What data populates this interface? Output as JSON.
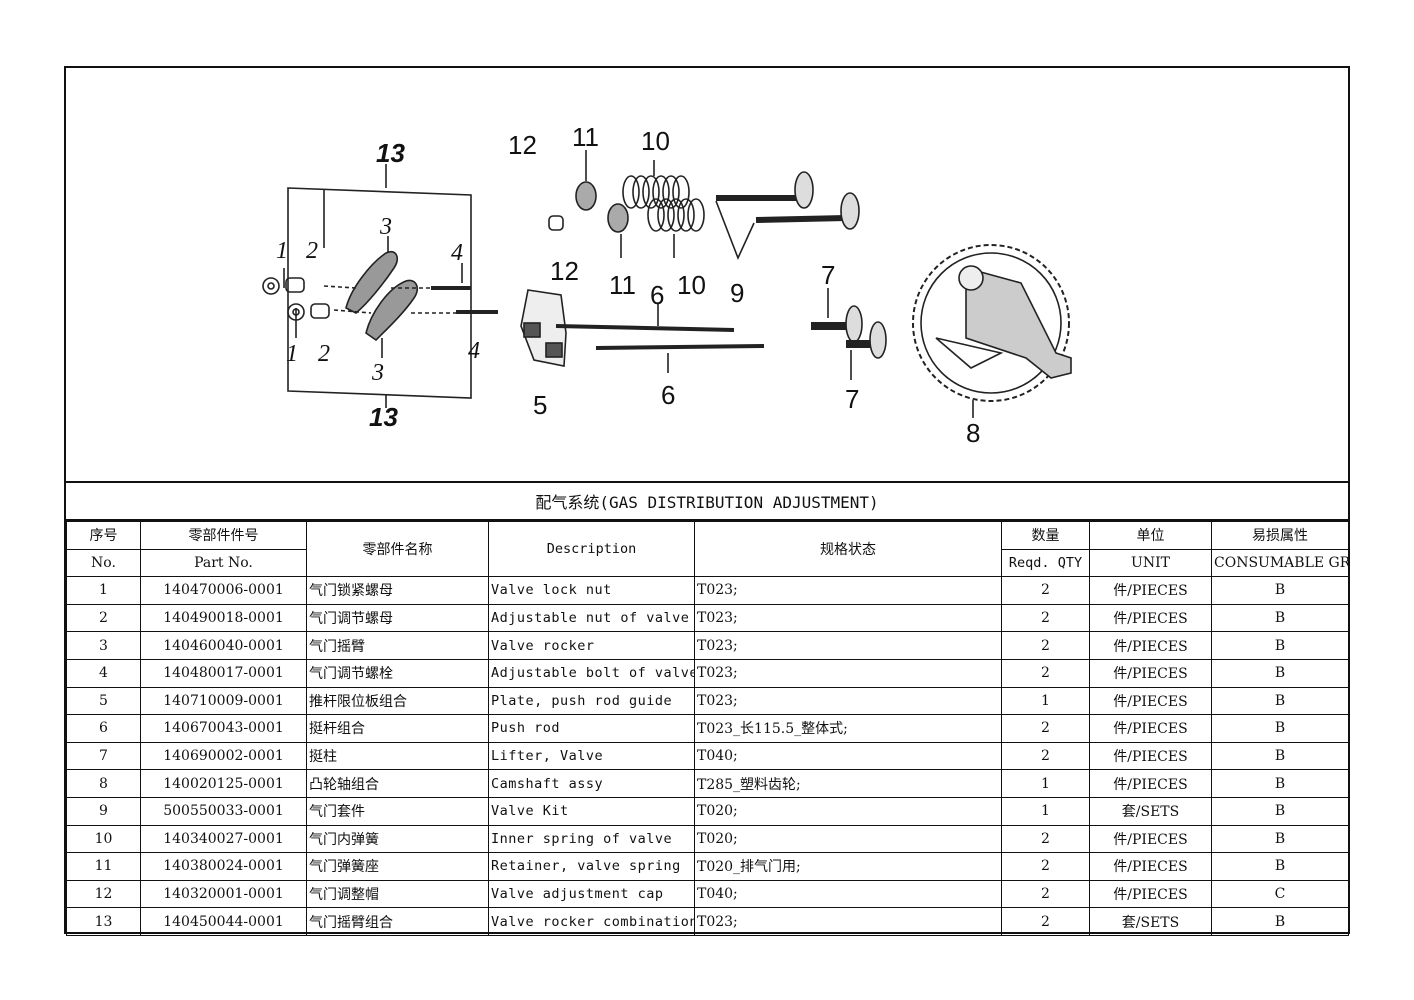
{
  "diagram": {
    "callouts": {
      "c13_top": "13",
      "c13_bottom": "13",
      "c1_top": "1",
      "c2_top": "2",
      "c3_top": "3",
      "c4_top": "4",
      "c1_bot": "1",
      "c2_bot": "2",
      "c3_bot": "3",
      "c4_bot": "4",
      "c12_top": "12",
      "c12_mid": "12",
      "c11_top": "11",
      "c11_bot": "11",
      "c10_top": "10",
      "c10_bot": "10",
      "c9": "9",
      "c6_top": "6",
      "c6_bot": "6",
      "c5": "5",
      "c7_top": "7",
      "c7_bot": "7",
      "c8": "8"
    }
  },
  "table": {
    "title": "配气系统(GAS DISTRIBUTION ADJUSTMENT)",
    "headers": {
      "no_cn": "序号",
      "no_en": "No.",
      "part_cn": "零部件件号",
      "part_en": "Part No.",
      "name_cn": "零部件名称",
      "description": "Description",
      "spec": "规格状态",
      "qty_cn": "数量",
      "qty_en": "Reqd. QTY",
      "unit_cn": "单位",
      "unit_en": "UNIT",
      "grade_cn": "易损属性",
      "grade_en": "CONSUMABLE GRADE"
    },
    "rows": [
      {
        "no": "1",
        "part": "140470006-0001",
        "name": "气门锁紧螺母",
        "desc": "Valve lock nut",
        "spec": "T023;",
        "qty": "2",
        "unit": "件/PIECES",
        "grade": "B"
      },
      {
        "no": "2",
        "part": "140490018-0001",
        "name": "气门调节螺母",
        "desc": "Adjustable nut of valve",
        "spec": "T023;",
        "qty": "2",
        "unit": "件/PIECES",
        "grade": "B"
      },
      {
        "no": "3",
        "part": "140460040-0001",
        "name": "气门摇臂",
        "desc": "Valve rocker",
        "spec": "T023;",
        "qty": "2",
        "unit": "件/PIECES",
        "grade": "B"
      },
      {
        "no": "4",
        "part": "140480017-0001",
        "name": "气门调节螺栓",
        "desc": "Adjustable bolt of valve",
        "spec": "T023;",
        "qty": "2",
        "unit": "件/PIECES",
        "grade": "B"
      },
      {
        "no": "5",
        "part": "140710009-0001",
        "name": "推杆限位板组合",
        "desc": "Plate, push rod guide",
        "spec": "T023;",
        "qty": "1",
        "unit": "件/PIECES",
        "grade": "B"
      },
      {
        "no": "6",
        "part": "140670043-0001",
        "name": "挺杆组合",
        "desc": "Push rod",
        "spec": "T023_长115.5_整体式;",
        "qty": "2",
        "unit": "件/PIECES",
        "grade": "B"
      },
      {
        "no": "7",
        "part": "140690002-0001",
        "name": "挺柱",
        "desc": "Lifter, Valve",
        "spec": "T040;",
        "qty": "2",
        "unit": "件/PIECES",
        "grade": "B"
      },
      {
        "no": "8",
        "part": "140020125-0001",
        "name": "凸轮轴组合",
        "desc": "Camshaft assy",
        "spec": "T285_塑料齿轮;",
        "qty": "1",
        "unit": "件/PIECES",
        "grade": "B"
      },
      {
        "no": "9",
        "part": "500550033-0001",
        "name": "气门套件",
        "desc": "Valve Kit",
        "spec": "T020;",
        "qty": "1",
        "unit": "套/SETS",
        "grade": "B"
      },
      {
        "no": "10",
        "part": "140340027-0001",
        "name": "气门内弹簧",
        "desc": "Inner spring of valve",
        "spec": "T020;",
        "qty": "2",
        "unit": "件/PIECES",
        "grade": "B"
      },
      {
        "no": "11",
        "part": "140380024-0001",
        "name": "气门弹簧座",
        "desc": "Retainer, valve spring",
        "spec": "T020_排气门用;",
        "qty": "2",
        "unit": "件/PIECES",
        "grade": "B"
      },
      {
        "no": "12",
        "part": "140320001-0001",
        "name": "气门调整帽",
        "desc": "Valve adjustment cap",
        "spec": "T040;",
        "qty": "2",
        "unit": "件/PIECES",
        "grade": "C"
      },
      {
        "no": "13",
        "part": "140450044-0001",
        "name": "气门摇臂组合",
        "desc": "Valve rocker combination",
        "spec": "T023;",
        "qty": "2",
        "unit": "套/SETS",
        "grade": "B"
      }
    ]
  }
}
